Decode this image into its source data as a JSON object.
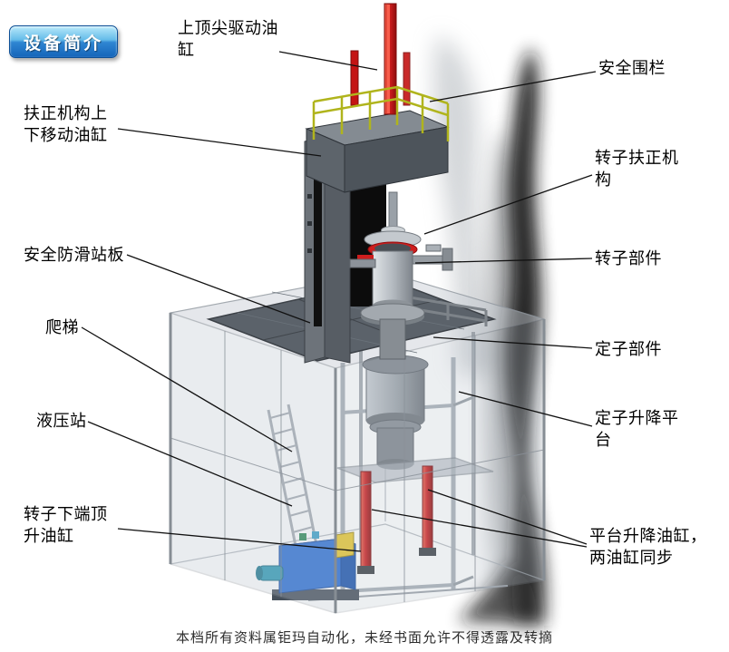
{
  "page": {
    "badge": "设备简介",
    "watermark": "本档所有资料属钜玛自动化，未经书面允许不得透露及转摘"
  },
  "colors": {
    "badge_top": "#b8e9fa",
    "badge_bottom": "#1565ba",
    "cylinder_red": "#ce1d1d",
    "railing_yellow": "#b0b41c",
    "hydraulic_blue": "#2b6fd6",
    "platform_gray": "#5b626a"
  },
  "labels": [
    {
      "id": "top-drive-cylinder",
      "text": "上顶尖驱动油缸"
    },
    {
      "id": "safety-fence",
      "text": "安全围栏"
    },
    {
      "id": "centering-lift-cylinder",
      "text": "扶正机构上下移动油缸"
    },
    {
      "id": "rotor-centering-mechanism",
      "text": "转子扶正机构"
    },
    {
      "id": "anti-slip-platform",
      "text": "安全防滑站板"
    },
    {
      "id": "rotor-part",
      "text": "转子部件"
    },
    {
      "id": "ladder",
      "text": "爬梯"
    },
    {
      "id": "stator-part",
      "text": "定子部件"
    },
    {
      "id": "hydraulic-station",
      "text": "液压站"
    },
    {
      "id": "stator-lift-platform",
      "text": "定子升降平台"
    },
    {
      "id": "rotor-bottom-jack-cylinder",
      "text": "转子下端顶升油缸"
    },
    {
      "id": "platform-lift-cylinders",
      "text": "平台升降油缸，两油缸同步"
    }
  ]
}
